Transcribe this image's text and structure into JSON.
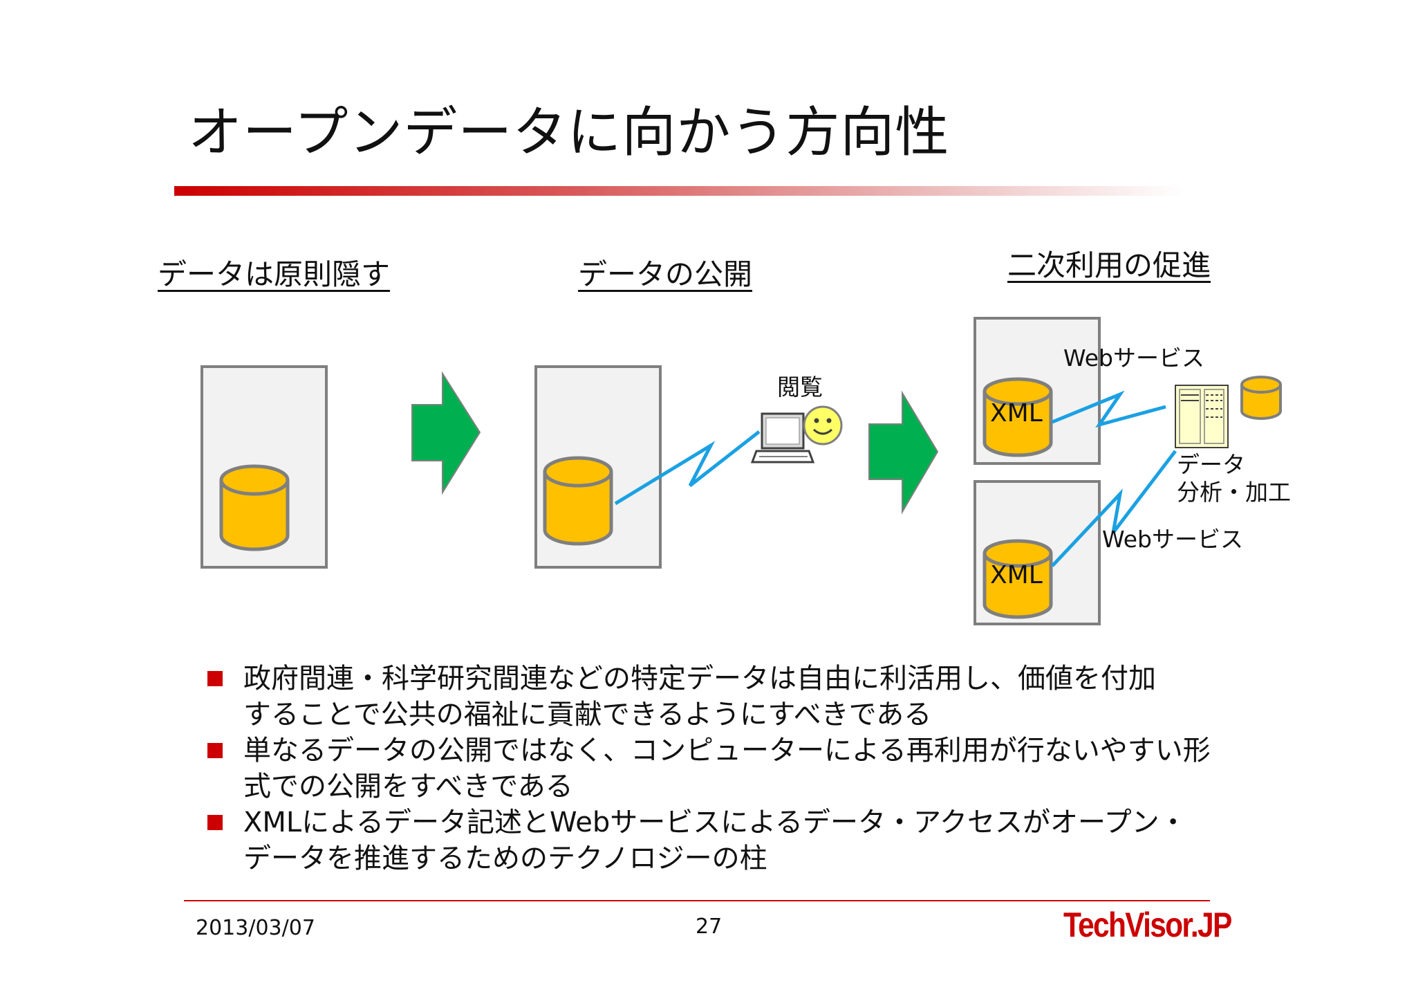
{
  "slide": {
    "title": "オープンデータに向かう方向性",
    "accent_color": "#cc0000"
  },
  "stages": [
    {
      "title": "データは原則隠す"
    },
    {
      "title": "データの公開",
      "viewer_label": "閲覧"
    },
    {
      "title": "二次利用の促進",
      "db1_label": "XML",
      "db2_label": "XML",
      "web_service_label_1": "Webサービス",
      "web_service_label_2": "Webサービス",
      "analysis_label_line1": "データ",
      "analysis_label_line2": "分析・加工"
    }
  ],
  "icons": [
    "database-icon",
    "arrow-right-icon",
    "laptop-icon",
    "smiley-icon",
    "server-icon"
  ],
  "colors": {
    "database": "#ffc000",
    "arrow": "#00b050",
    "link": "#1ba1e2",
    "panel": "#f2f2f2",
    "panel_border": "#7f7f7f"
  },
  "bullets": [
    "政府間連・科学研究間連などの特定データは自由に利活用し、価値を付加\nすることで公共の福祉に貢献できるようにすべきである",
    "単なるデータの公開ではなく、コンピューターによる再利用が行ないやすい形\n式での公開をすべきである",
    "XMLによるデータ記述とWebサービスによるデータ・アクセスがオープン・\nデータを推進するためのテクノロジーの柱"
  ],
  "footer": {
    "date": "2013/03/07",
    "page": "27",
    "logo": "TechVisor.JP"
  }
}
